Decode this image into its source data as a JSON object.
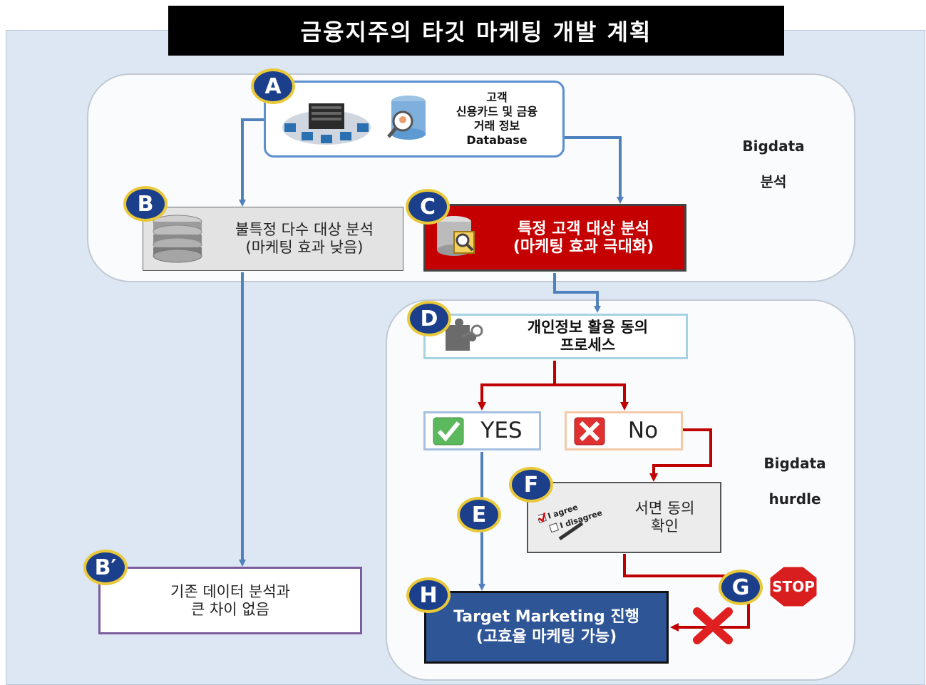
{
  "title": "금융지주의 타깃 마케팅 개발 계획",
  "regions": {
    "top_label": [
      "Bigdata",
      "분석"
    ],
    "bottom_label": [
      "Bigdata",
      "hurdle"
    ]
  },
  "nodes": {
    "a": {
      "badge": "A",
      "lines": [
        "고객",
        "신용카드 및 금융",
        "거래 정보",
        "Database"
      ]
    },
    "b": {
      "badge": "B",
      "lines": [
        "불특정 다수 대상 분석",
        "(마케팅 효과 낮음)"
      ]
    },
    "c": {
      "badge": "C",
      "lines": [
        "특정 고객 대상 분석",
        "(마케팅 효과 극대화)"
      ]
    },
    "d": {
      "badge": "D",
      "lines": [
        "개인정보 활용 동의",
        "프로세스"
      ]
    },
    "yes": {
      "label": "YES"
    },
    "no": {
      "label": "No"
    },
    "e": {
      "badge": "E"
    },
    "f": {
      "badge": "F",
      "lines": [
        "서면 동의",
        "확인"
      ],
      "agree_text": "I agree",
      "disagree_text": "I disagree"
    },
    "g": {
      "badge": "G",
      "stop_text": "STOP"
    },
    "h": {
      "badge": "H",
      "lines": [
        "Target Marketing 진행",
        "(고효율 마케팅 가능)"
      ]
    },
    "bprime": {
      "badge": "B′",
      "lines": [
        "기존 데이터 분석과",
        "큰 차이 없음"
      ]
    }
  },
  "colors": {
    "blue_arrow": "#4f81bd",
    "red_arrow": "#c00000",
    "badge_fill": "#1b3f8a",
    "badge_ring": "#e9c93a"
  }
}
